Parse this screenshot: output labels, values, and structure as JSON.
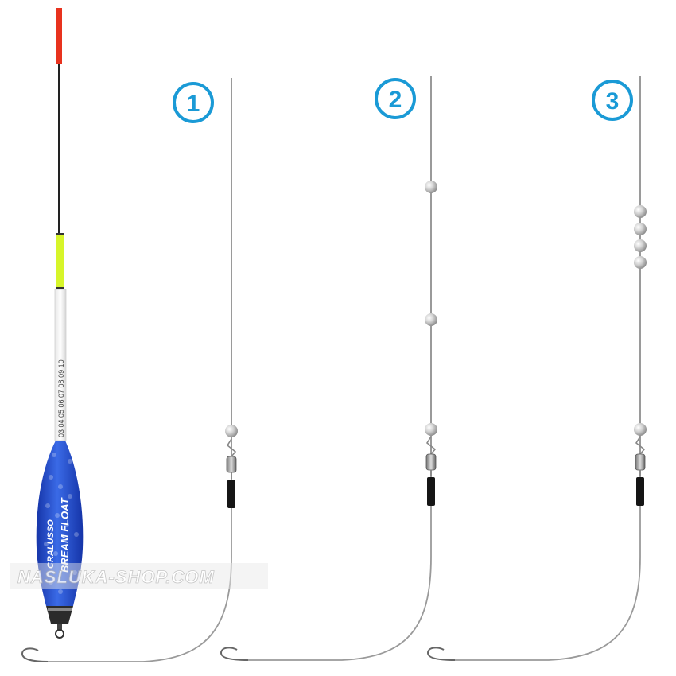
{
  "float": {
    "brand_top": "CRALUSSO",
    "brand_bottom": "BREAM FLOAT",
    "scale": "03 04 05 06 07 08 09 10",
    "colors": {
      "antenna_tip": "#e8321e",
      "antenna_mark": "#d7f52a",
      "body": "#1e46c8",
      "body_light": "#3a6ae6"
    }
  },
  "watermark": {
    "text": "NASLUKA-SHOP.COM"
  },
  "rigs": [
    {
      "label": "1"
    },
    {
      "label": "2"
    },
    {
      "label": "3"
    }
  ],
  "colors": {
    "badge": "#1a9ad6",
    "line": "#9a9a9a",
    "shot": "#c8c8c8"
  }
}
